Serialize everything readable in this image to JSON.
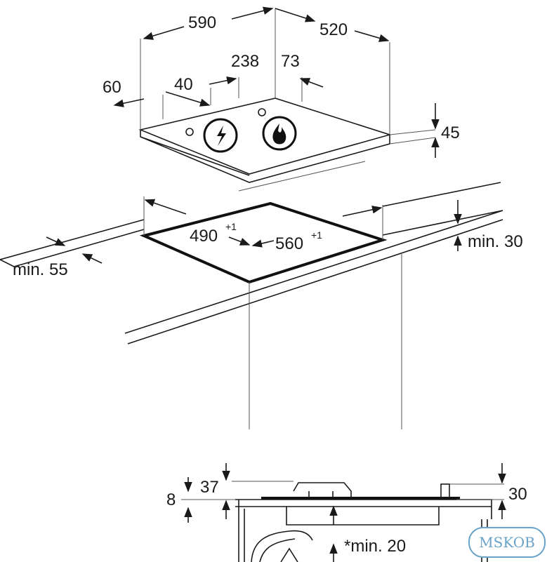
{
  "dimensions": {
    "width": "590",
    "depth": "520",
    "left_margin": "60",
    "knob_offset": "40",
    "burner_span": "238",
    "rear_offset": "73",
    "height": "45",
    "cutout_depth": "490",
    "cutout_depth_tol": "+1",
    "cutout_width": "560",
    "cutout_width_tol": "+1",
    "front_min": "min. 55",
    "top_min": "min. 30",
    "side_height": "8",
    "burner_height": "37",
    "knob_height": "30",
    "below_min": "*min. 20"
  },
  "watermark": "MSKOB",
  "colors": {
    "line": "#1a1a1a",
    "watermark": "#6aa3c9"
  }
}
